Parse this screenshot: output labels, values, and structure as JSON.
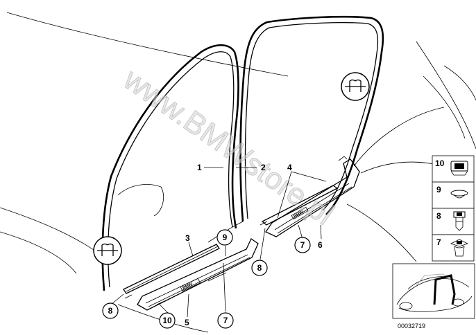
{
  "watermark": "www.BMWstore.pl",
  "callouts": {
    "plain": [
      {
        "id": "1",
        "text": "1"
      },
      {
        "id": "2",
        "text": "2"
      },
      {
        "id": "3",
        "text": "3"
      },
      {
        "id": "4",
        "text": "4"
      },
      {
        "id": "5",
        "text": "5"
      },
      {
        "id": "6",
        "text": "6"
      }
    ],
    "circled": [
      {
        "id": "7a",
        "text": "7"
      },
      {
        "id": "7b",
        "text": "7"
      },
      {
        "id": "8a",
        "text": "8"
      },
      {
        "id": "8b",
        "text": "8"
      },
      {
        "id": "9a",
        "text": "9"
      },
      {
        "id": "10a",
        "text": "10"
      }
    ]
  },
  "parts_key": [
    {
      "number": "10",
      "part": "expanding-nut"
    },
    {
      "number": "9",
      "part": "plug"
    },
    {
      "number": "8",
      "part": "clip"
    },
    {
      "number": "7",
      "part": "clip"
    }
  ],
  "sill_badge": "BMW",
  "document_number": "00032719",
  "colors": {
    "line": "#000000",
    "watermark": "#d4d4d4",
    "background": "#ffffff"
  }
}
